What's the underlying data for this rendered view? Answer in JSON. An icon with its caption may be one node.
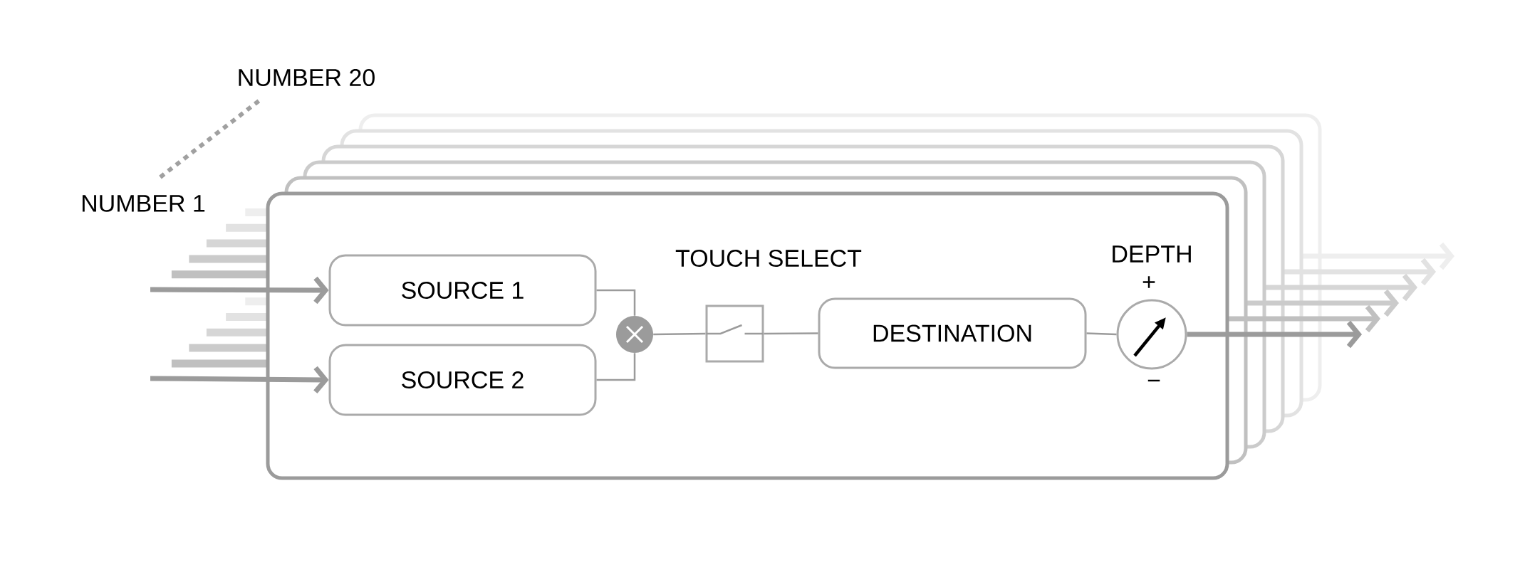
{
  "diagram": {
    "nodes": [
      {
        "text": [],
        "shape": "box"
      },
      {
        "text": [
          "SOURCE 1"
        ],
        "in": 0
      },
      {
        "text": [
          "SOURCE 2"
        ],
        "in": 0
      },
      {
        "text": [],
        "shape": "circle",
        "in": 0
      },
      {
        "text": [],
        "shape": "box",
        "in": 0,
        "beside": [
          "TOUCH SELECT"
        ]
      },
      {
        "text": [
          "DESTINATION"
        ],
        "in": 0
      },
      {
        "text": [],
        "shape": "circle",
        "in": 0,
        "beside": [
          "DEPTH",
          "+",
          "−"
        ]
      }
    ],
    "edges": [
      {
        "from": null,
        "to": 1,
        "arrow": "to",
        "style": "thick"
      },
      {
        "from": null,
        "to": 2,
        "arrow": "to",
        "style": "thick"
      },
      {
        "from": 1,
        "to": 3,
        "arrow": "none"
      },
      {
        "from": 2,
        "to": 3,
        "arrow": "none"
      },
      {
        "from": 3,
        "to": 4,
        "arrow": "none"
      },
      {
        "from": 4,
        "to": 5,
        "arrow": "none"
      },
      {
        "from": 5,
        "to": 6,
        "arrow": "none"
      },
      {
        "from": 6,
        "to": null,
        "arrow": "to",
        "style": "thick"
      }
    ],
    "labels": [
      "NUMBER 20",
      "NUMBER 1"
    ]
  }
}
